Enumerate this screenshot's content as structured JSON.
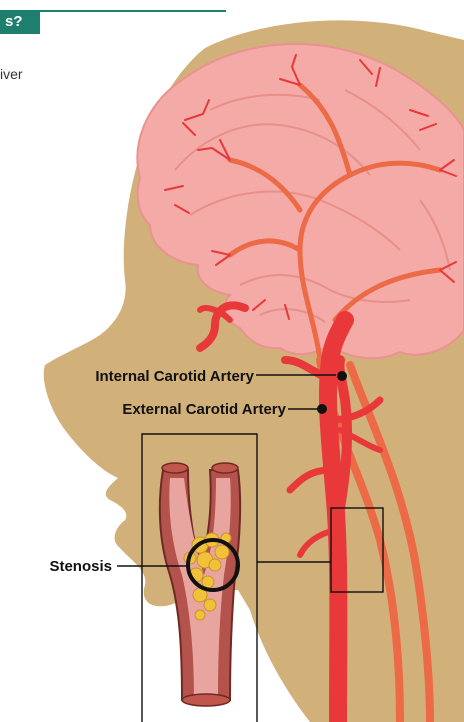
{
  "header": {
    "banner_text": "s?",
    "intro_fragment": "iver"
  },
  "labels": {
    "internal_carotid": "Internal Carotid Artery",
    "external_carotid": "External Carotid Artery",
    "stenosis": "Stenosis"
  },
  "colors": {
    "accent_banner": "#1f7f6f",
    "head_skin": "#d2b07a",
    "brain": "#f4aaa6",
    "artery": "#e8383a",
    "vein": "#ec6a45",
    "plaque": "#f2c13a"
  }
}
